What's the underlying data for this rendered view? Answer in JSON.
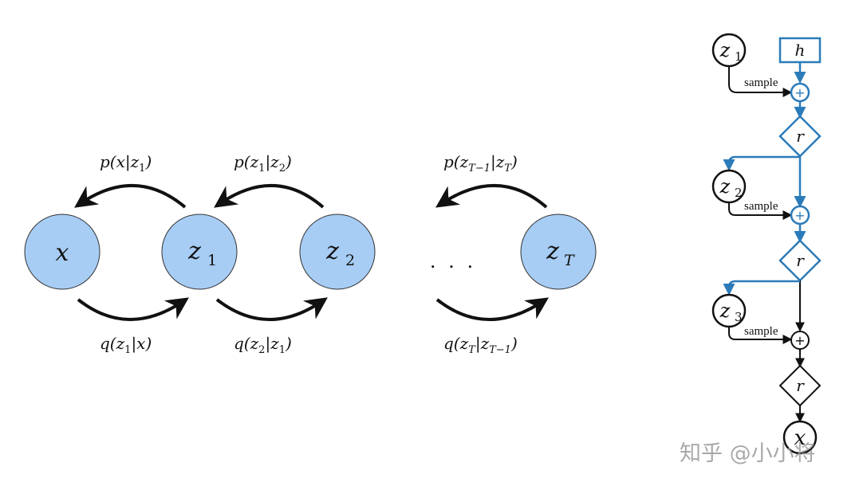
{
  "chain": {
    "nodes": [
      {
        "var": "x",
        "sub": ""
      },
      {
        "var": "z",
        "sub": "1"
      },
      {
        "var": "z",
        "sub": "2"
      },
      {
        "var": "z",
        "sub": "T"
      }
    ],
    "ellipsis": ". . .",
    "top_labels": {
      "p1": {
        "pre": "p(x|z",
        "sub": "1",
        "post": ")"
      },
      "p2": {
        "pre": "p(z",
        "sub1": "1",
        "mid": "|z",
        "sub2": "2",
        "post": ")"
      },
      "p3": {
        "pre": "p(z",
        "sub1": "T−1",
        "mid": "|z",
        "sub2": "T",
        "post": ")"
      }
    },
    "bottom_labels": {
      "q1": {
        "pre": "q(z",
        "sub": "1",
        "post": "|x)"
      },
      "q2": {
        "pre": "q(z",
        "sub1": "2",
        "mid": "|z",
        "sub2": "1",
        "post": ")"
      },
      "q3": {
        "pre": "q(z",
        "sub1": "T",
        "mid": "|z",
        "sub2": "T−1",
        "post": ")"
      }
    },
    "colors": {
      "node_fill": "#a7cdf5",
      "stroke": "#111111"
    }
  },
  "flow": {
    "inputs": {
      "z1": {
        "var": "z",
        "sub": "1"
      },
      "h": "h"
    },
    "sample_label": "sample",
    "plus": "+",
    "r": "r",
    "latents": [
      {
        "var": "z",
        "sub": "2"
      },
      {
        "var": "z",
        "sub": "3"
      }
    ],
    "output": "x",
    "colors": {
      "blue": "#2b7bb9",
      "black": "#111111"
    }
  },
  "watermark": "知乎 @小小将"
}
